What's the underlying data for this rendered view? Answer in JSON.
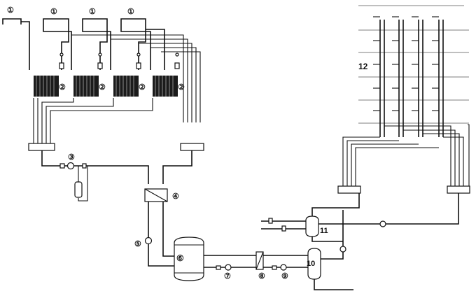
{
  "labels": {
    "collector": "①",
    "tank": "②",
    "circ_pump": "③",
    "heat_exchanger": "④",
    "pump_5": "⑤",
    "storage_tank": "⑥",
    "pump_7": "⑦",
    "filter_8": "⑧",
    "pump_9": "⑨",
    "aux_tank_10": "10",
    "aux_tank_11": "11",
    "users": "12"
  }
}
